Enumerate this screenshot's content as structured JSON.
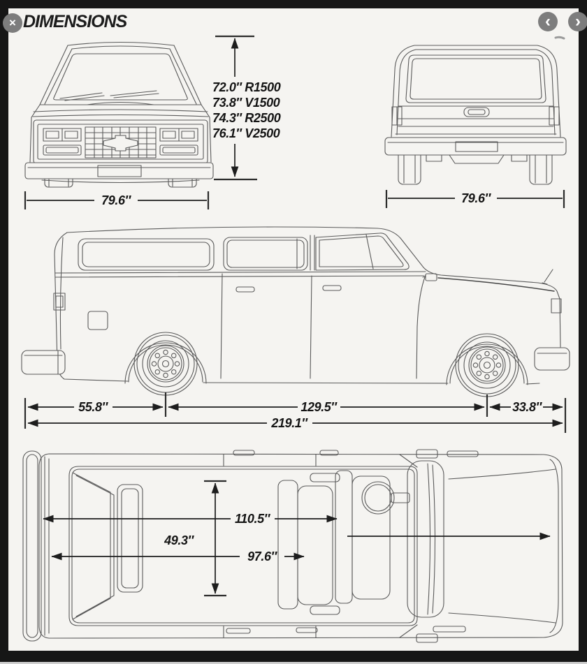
{
  "header": {
    "title": "DIMENSIONS",
    "close": "×",
    "prev": "‹",
    "next": "›"
  },
  "views": {
    "front": {
      "heights": [
        "72.0″ R1500",
        "73.8″ V1500",
        "74.3″ R2500",
        "76.1″ V2500"
      ],
      "width": "79.6″"
    },
    "rear": {
      "width": "79.6″"
    },
    "side": {
      "rear_overhang": "55.8″",
      "wheelbase": "129.5″",
      "front_overhang": "33.8″",
      "overall_length": "219.1″"
    },
    "top": {
      "interior_length": "110.5″",
      "interior_width": "49.3″",
      "cargo_length": "97.6″"
    }
  }
}
